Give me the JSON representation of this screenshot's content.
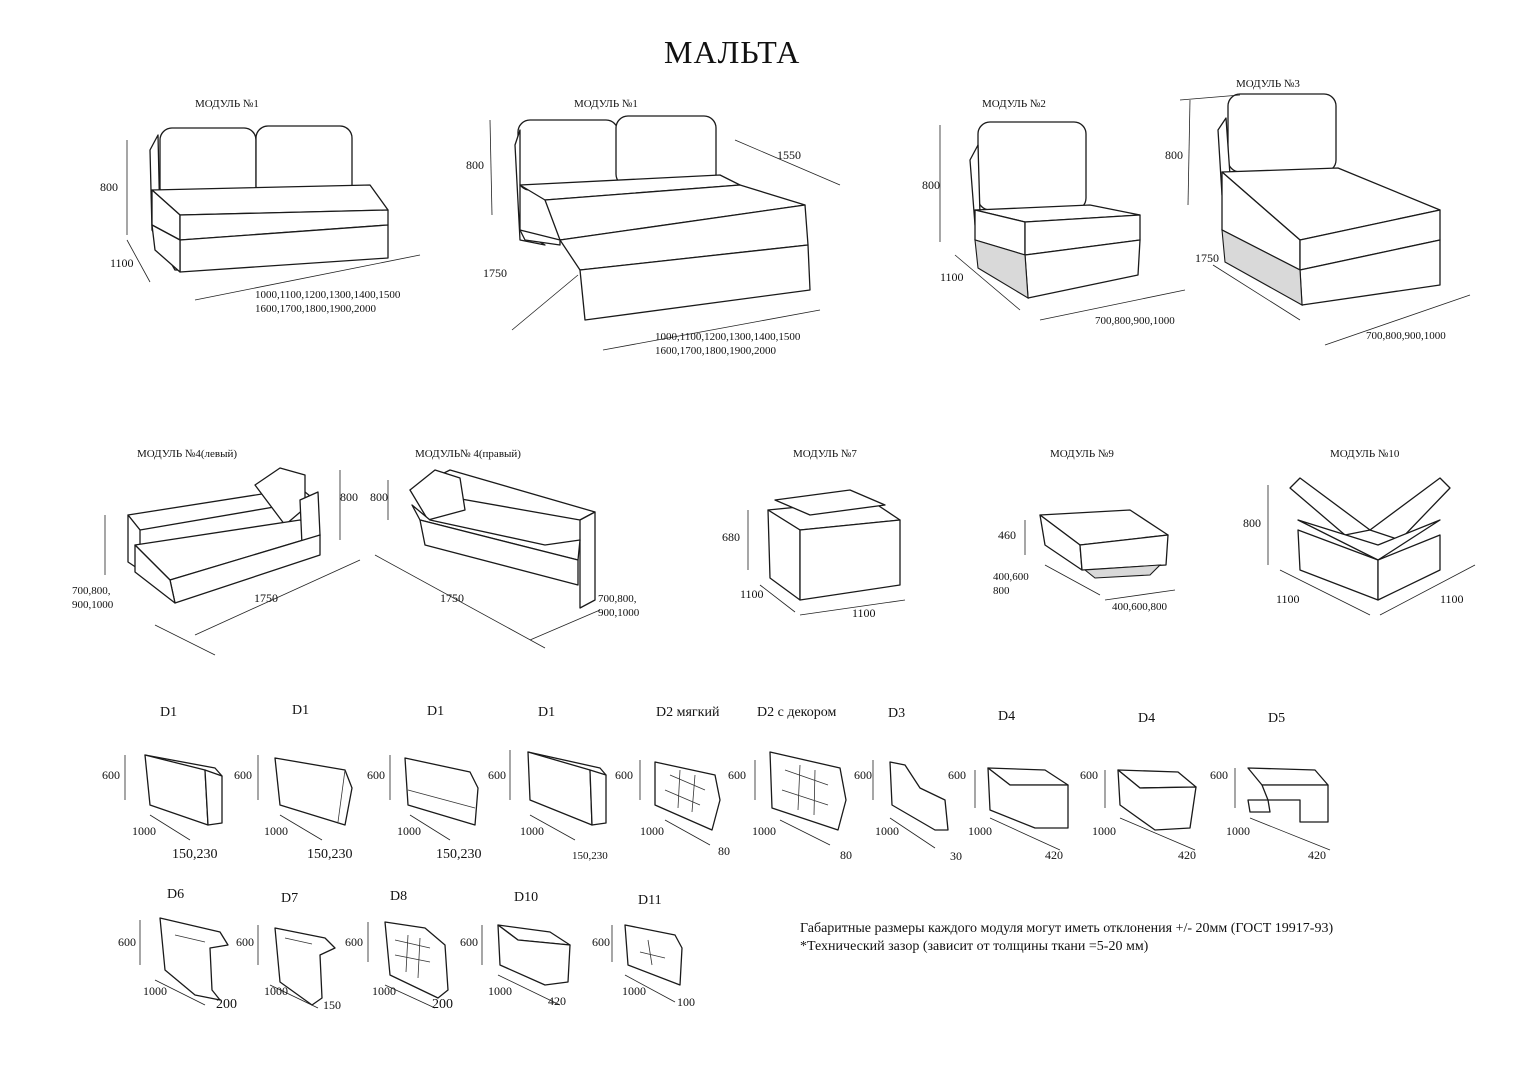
{
  "title": "МАЛЬТА",
  "modules": [
    {
      "label": "МОДУЛЬ №1",
      "height": "800",
      "depth": "1100",
      "widths": [
        "1000,1100,1200,1300,1400,1500",
        "1600,1700,1800,1900,2000"
      ]
    },
    {
      "label": "МОДУЛЬ №1",
      "height": "800",
      "depth": "1750",
      "extra": "1550",
      "widths": [
        "1000,1100,1200,1300,1400,1500",
        "1600,1700,1800,1900,2000"
      ]
    },
    {
      "label": "МОДУЛЬ №2",
      "height": "800",
      "depth": "1100",
      "width": "700,800,900,1000"
    },
    {
      "label": "МОДУЛЬ №3",
      "height": "800",
      "depth": "1750",
      "width": "700,800,900,1000"
    },
    {
      "label": "МОДУЛЬ №4(левый)",
      "height": "800",
      "depth": [
        "700,800,",
        "900,1000"
      ],
      "width": "1750"
    },
    {
      "label": "МОДУЛЬ№ 4(правый)",
      "height": "800",
      "depth": [
        "700,800,",
        "900,1000"
      ],
      "width": "1750"
    },
    {
      "label": "МОДУЛЬ №7",
      "height": "680",
      "depth": "1100",
      "width": "1100"
    },
    {
      "label": "МОДУЛЬ №9",
      "height": "460",
      "depth": [
        "400,600",
        "800"
      ],
      "width": "400,600,800"
    },
    {
      "label": "МОДУЛЬ №10",
      "height": "800",
      "depth": "1100",
      "width": "1100"
    }
  ],
  "armrests_row1": [
    {
      "label": "D1",
      "height": "600",
      "length": "1000",
      "width": "150,230"
    },
    {
      "label": "D1",
      "height": "600",
      "length": "1000",
      "width": "150,230"
    },
    {
      "label": "D1",
      "height": "600",
      "length": "1000",
      "width": "150,230"
    },
    {
      "label": "D1",
      "height": "600",
      "length": "1000",
      "width": "150,230"
    },
    {
      "label": "D2 мягкий",
      "height": "600",
      "length": "1000",
      "width": "80"
    },
    {
      "label": "D2 с декором",
      "height": "600",
      "length": "1000",
      "width": "80"
    },
    {
      "label": "D3",
      "height": "600",
      "length": "1000",
      "width": "30"
    },
    {
      "label": "D4",
      "height": "600",
      "length": "1000",
      "width": "420"
    },
    {
      "label": "D4",
      "height": "600",
      "length": "1000",
      "width": "420"
    },
    {
      "label": "D5",
      "height": "600",
      "length": "1000",
      "width": "420"
    }
  ],
  "armrests_row2": [
    {
      "label": "D6",
      "height": "600",
      "length": "1000",
      "width": "200"
    },
    {
      "label": "D7",
      "height": "600",
      "length": "1000",
      "width": "150"
    },
    {
      "label": "D8",
      "height": "600",
      "length": "1000",
      "width": "200"
    },
    {
      "label": "D10",
      "height": "600",
      "length": "1000",
      "width": "420"
    },
    {
      "label": "D11",
      "height": "600",
      "length": "1000",
      "width": "100"
    }
  ],
  "notes": [
    "Габаритные размеры каждого модуля могут иметь отклонения +/- 20мм (ГОСТ 19917-93)",
    "*Технический зазор (зависит от толщины ткани =5-20 мм)"
  ]
}
